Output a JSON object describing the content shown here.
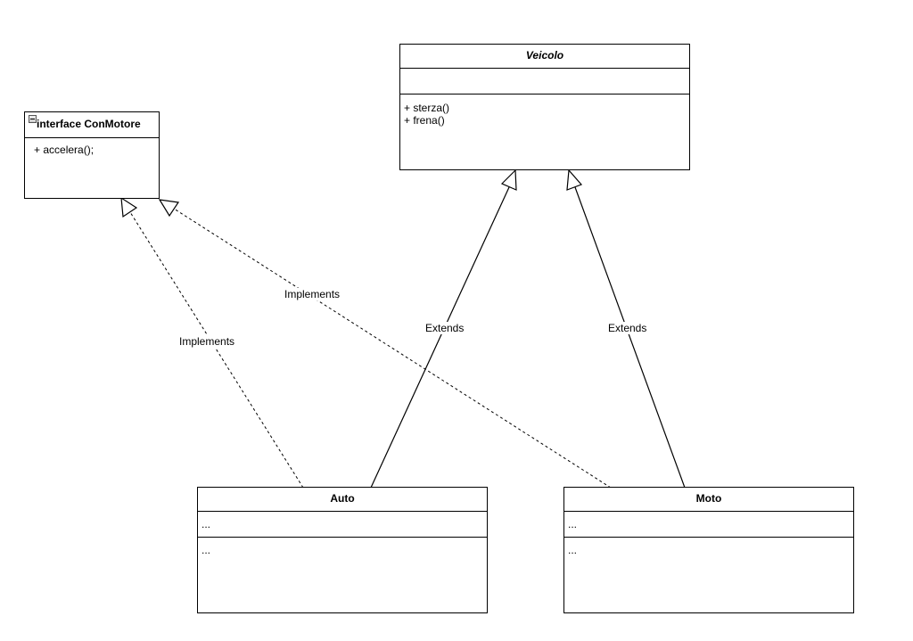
{
  "classes": {
    "veicolo": {
      "name": "Veicolo",
      "attributes": [],
      "methods": [
        "+ sterza()",
        "+ frena()"
      ]
    },
    "conmotore": {
      "name": "interface ConMotore",
      "methods": [
        "+ accelera();"
      ]
    },
    "auto": {
      "name": "Auto",
      "attributes": [
        "..."
      ],
      "methods": [
        "..."
      ]
    },
    "moto": {
      "name": "Moto",
      "attributes": [
        "..."
      ],
      "methods": [
        "..."
      ]
    }
  },
  "relations": {
    "auto_implements": "Implements",
    "moto_implements": "Implements",
    "auto_extends": "Extends",
    "moto_extends": "Extends"
  }
}
